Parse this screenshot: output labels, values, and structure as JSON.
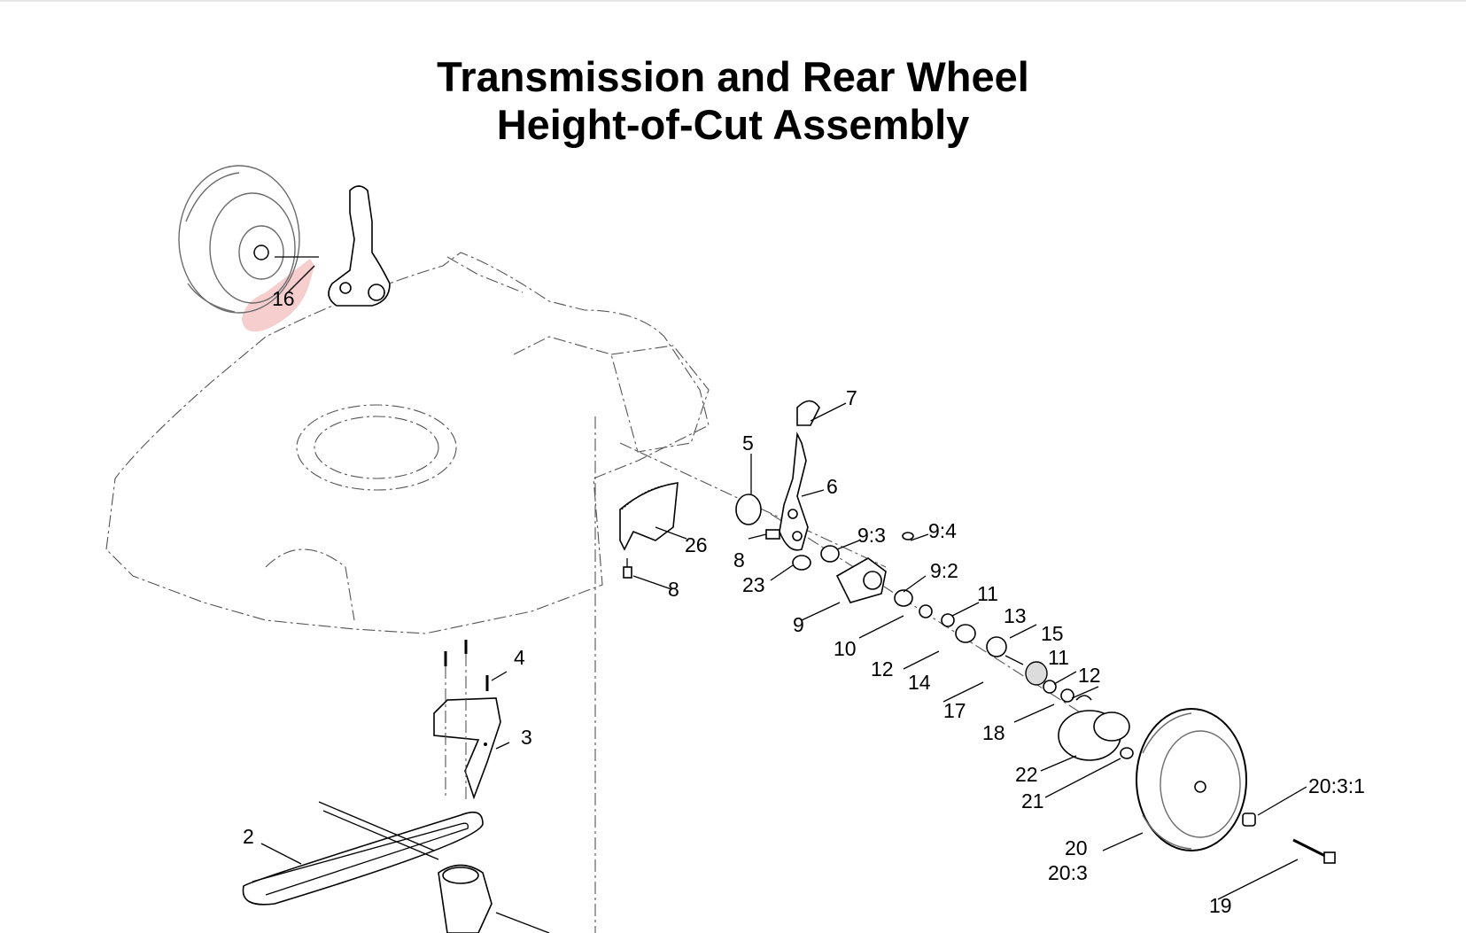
{
  "title": {
    "line1": "Transmission and Rear Wheel",
    "line2": "Height-of-Cut Assembly"
  },
  "highlight_color": "#f5c6c6",
  "callouts": [
    "16",
    "7",
    "5",
    "6",
    "9:4",
    "9:3",
    "26",
    "8",
    "23",
    "8",
    "9:2",
    "11",
    "9",
    "13",
    "10",
    "15",
    "12",
    "14",
    "11",
    "12",
    "17",
    "18",
    "4",
    "3",
    "22",
    "21",
    "20:3:1",
    "2",
    "20",
    "20:3",
    "19"
  ]
}
